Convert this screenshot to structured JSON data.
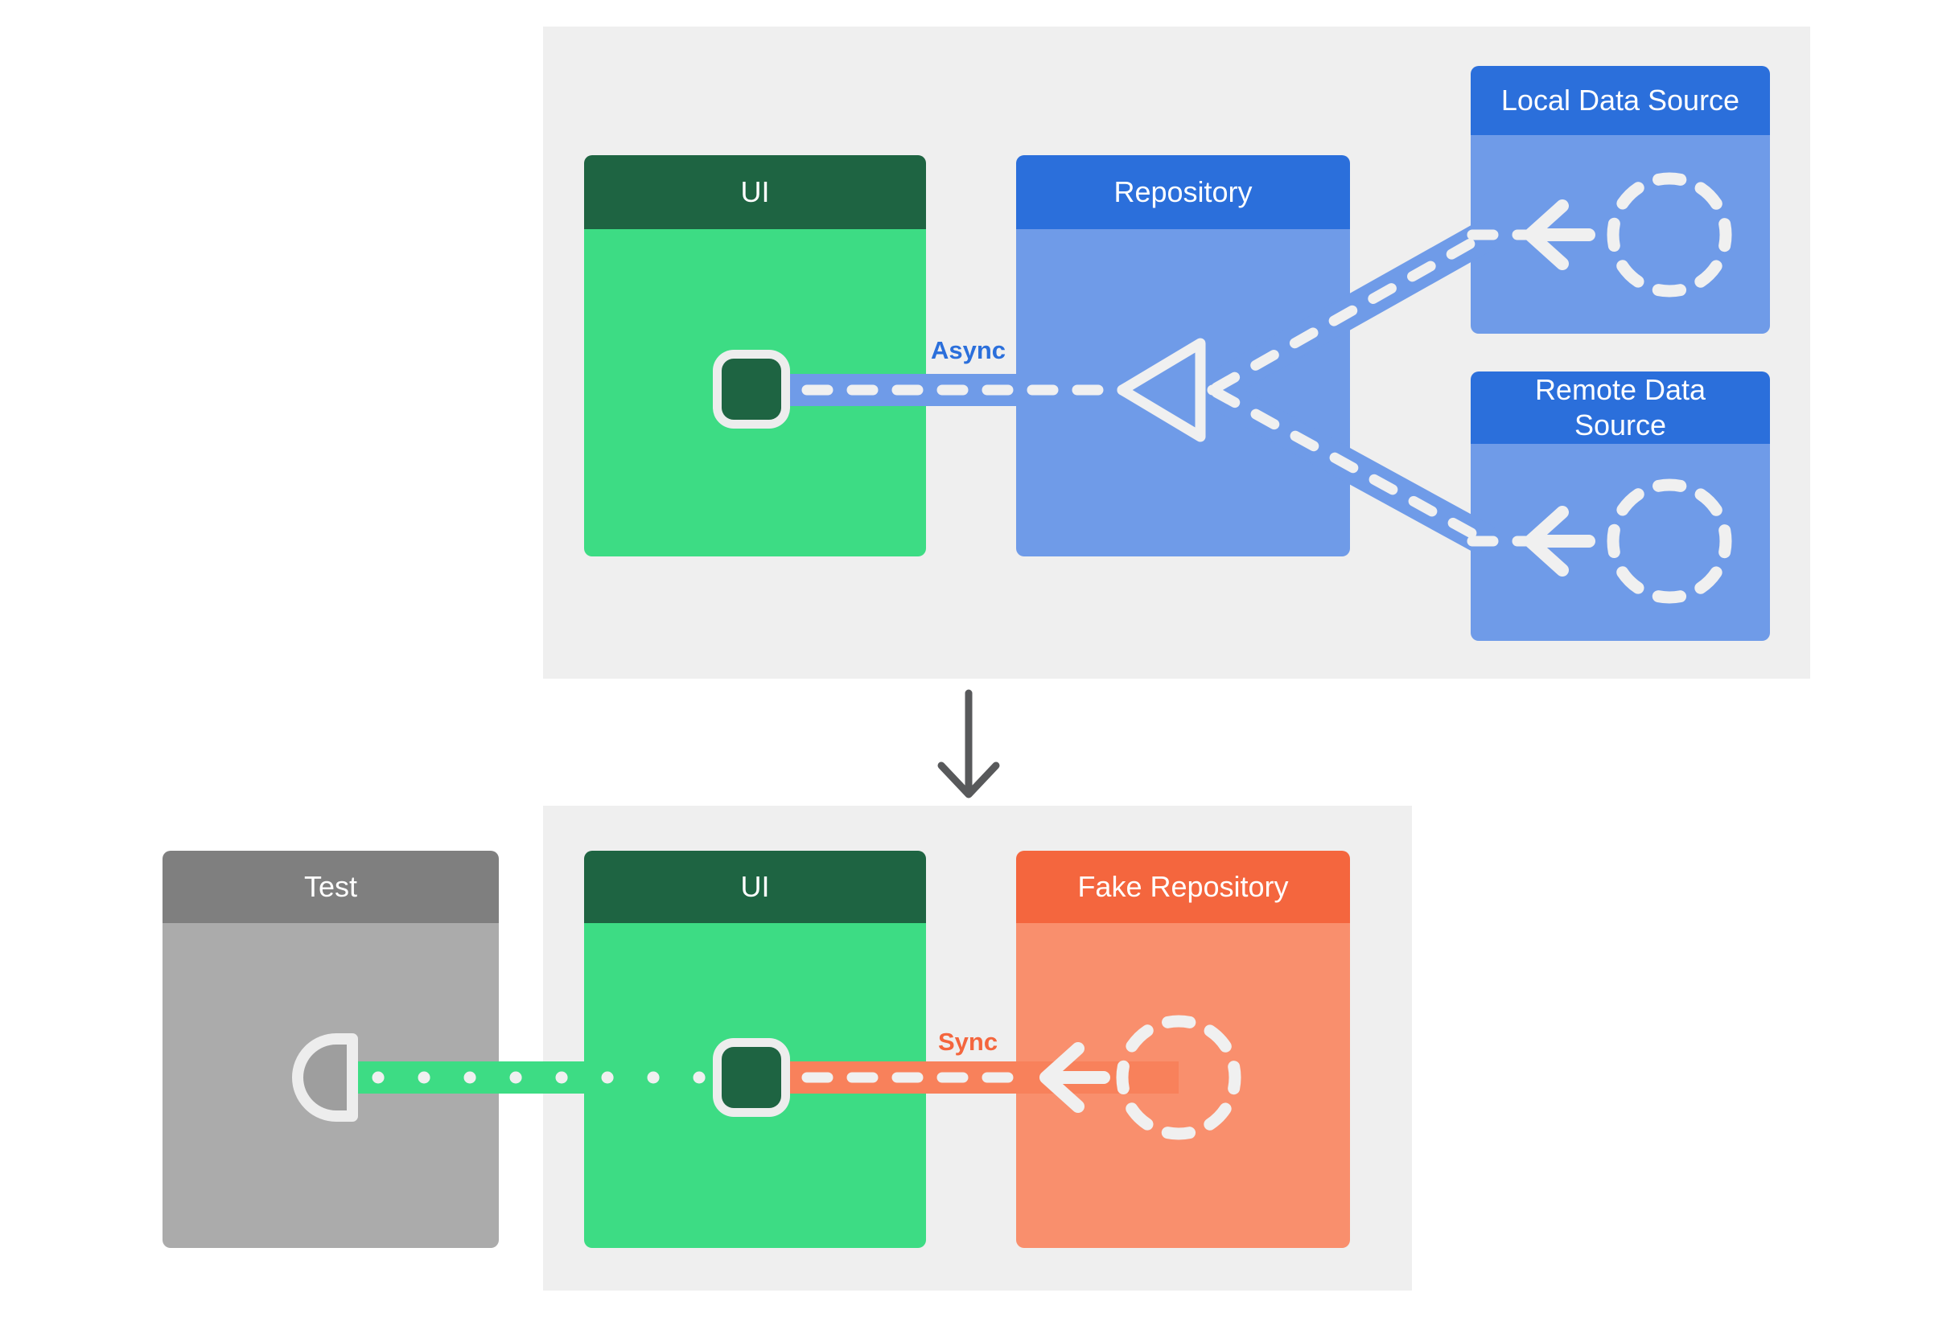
{
  "diagram": {
    "top_panel": {
      "ui_card": {
        "title": "UI"
      },
      "repository_card": {
        "title": "Repository"
      },
      "local_data_source_card": {
        "title": "Local Data Source"
      },
      "remote_data_source_card": {
        "title": "Remote Data Source"
      },
      "async_label": "Async"
    },
    "bottom_panel": {
      "test_card": {
        "title": "Test"
      },
      "ui_card": {
        "title": "UI"
      },
      "fake_repository_card": {
        "title": "Fake Repository"
      },
      "sync_label": "Sync"
    },
    "icons": {
      "merge_triangle": "merge-triangle-icon",
      "dashed_circle": "dashed-circle-icon",
      "left_arrow": "left-arrow-icon",
      "ui_connection_square": "ui-connection-square",
      "test_socket": "test-socket-icon",
      "flow_down_arrow": "flow-down-arrow-icon"
    },
    "colors": {
      "panel_bg": "#EFEFEF",
      "green": "#3DDC84",
      "green_dark": "#1E6442",
      "blue_header": "#2B6FDB",
      "blue_body": "#6F9BE8",
      "orange_header": "#F4663E",
      "orange_body": "#F98F6D",
      "orange_band": "#F8815B",
      "gray_header": "#7F7F7F",
      "gray_body": "#ABABAB",
      "gray_socket": "#9E9E9E",
      "dash_white": "#F0F0F0",
      "arrow_dark": "#58595B",
      "square_border": "#EDEDED"
    }
  }
}
